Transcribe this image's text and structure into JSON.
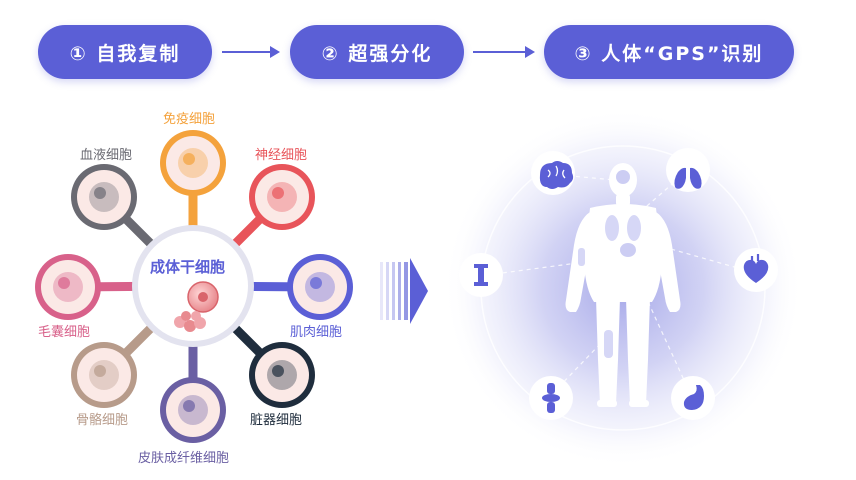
{
  "steps": [
    {
      "label": "① 自我复制"
    },
    {
      "label": "② 超强分化"
    },
    {
      "label": "③ 人体“GPS”识别"
    }
  ],
  "stem_cell_diagram": {
    "center_label": "成体干细胞",
    "cells": [
      {
        "label": "免疫细胞",
        "color": "#f4a23c"
      },
      {
        "label": "神经细胞",
        "color": "#e8545a"
      },
      {
        "label": "肌肉细胞",
        "color": "#5b5fd6"
      },
      {
        "label": "脏器细胞",
        "color": "#1f2d3d"
      },
      {
        "label": "皮肤成纤维细胞",
        "color": "#6a5fa3"
      },
      {
        "label": "骨骼细胞",
        "color": "#b79b8a"
      },
      {
        "label": "毛囊细胞",
        "color": "#d8618a"
      },
      {
        "label": "血液细胞",
        "color": "#6a6a72"
      }
    ]
  },
  "body_map": {
    "organs": [
      "brain-icon",
      "lungs-icon",
      "heart-icon",
      "stomach-icon",
      "knee-joint-icon",
      "bone-icon"
    ],
    "glow_color": "#5b5fd6"
  }
}
